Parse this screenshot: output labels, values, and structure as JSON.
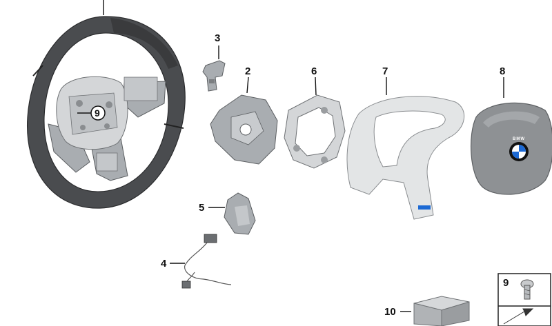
{
  "callouts": [
    {
      "id": "p2",
      "label": "2"
    },
    {
      "id": "p3",
      "label": "3"
    },
    {
      "id": "p4",
      "label": "4"
    },
    {
      "id": "p5",
      "label": "5"
    },
    {
      "id": "p6",
      "label": "6"
    },
    {
      "id": "p7",
      "label": "7"
    },
    {
      "id": "p8",
      "label": "8"
    },
    {
      "id": "p9_wheel",
      "label": "9"
    },
    {
      "id": "p9_inset",
      "label": "9"
    },
    {
      "id": "p10",
      "label": "10"
    }
  ],
  "colors": {
    "wheel_rim": "#4a4c4f",
    "metal_parts": "#a9adb1",
    "trim_parts": "#d4d6d8",
    "airbag": "#8e9194",
    "bmw_blue": "#1c69d4"
  },
  "logo_text": "BMW"
}
